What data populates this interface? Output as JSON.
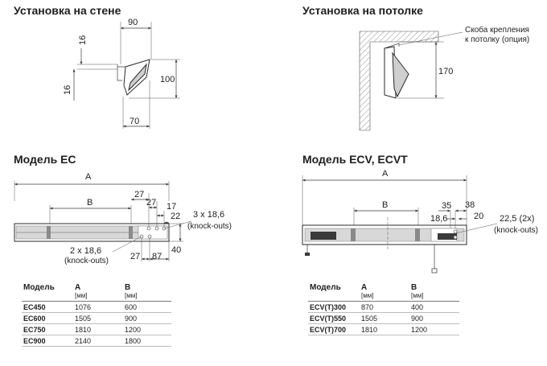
{
  "titles": {
    "wall": "Установка на стене",
    "ceiling": "Установка на потолке",
    "ec": "Модель EC",
    "ecv": "Модель ECV, ECVT"
  },
  "wall_dims": {
    "top": "90",
    "left_top": "16",
    "left_bottom": "16",
    "right": "100",
    "bottom": "70"
  },
  "ceiling_dims": {
    "height": "170",
    "bracket_line1": "Скоба крепления",
    "bracket_line2": "к потолку (опция)"
  },
  "ec_dims": {
    "a": "A",
    "b": "B",
    "d27a": "27",
    "d27b": "27",
    "d17": "17",
    "d22": "22",
    "ko3_1": "3 x 18,6",
    "ko3_2": "(knock-outs)",
    "ko2_1": "2 x 18,6",
    "ko2_2": "(knock-outs)",
    "d27c": "27",
    "d87": "87",
    "d40": "40"
  },
  "ecv_dims": {
    "a": "A",
    "b": "B",
    "d35": "35",
    "d38": "38",
    "d186": "18,6",
    "d20": "20",
    "ko_1": "22,5 (2x)",
    "ko_2": "(knock-outs)"
  },
  "ec_table": {
    "headers": {
      "model": "Модель",
      "a": "A",
      "a_unit": "[мм]",
      "b": "B",
      "b_unit": "[мм]"
    },
    "rows": [
      {
        "model": "EC450",
        "a": "1076",
        "b": "600"
      },
      {
        "model": "EC600",
        "a": "1505",
        "b": "900"
      },
      {
        "model": "EC750",
        "a": "1810",
        "b": "1200"
      },
      {
        "model": "EC900",
        "a": "2140",
        "b": "1800"
      }
    ]
  },
  "ecv_table": {
    "headers": {
      "model": "Модель",
      "a": "A",
      "a_unit": "[мм]",
      "b": "B",
      "b_unit": "[мм]"
    },
    "rows": [
      {
        "model": "ECV(T)300",
        "a": "870",
        "b": "400"
      },
      {
        "model": "ECV(T)550",
        "a": "1505",
        "b": "900"
      },
      {
        "model": "ECV(T)700",
        "a": "1810",
        "b": "1200"
      }
    ]
  }
}
